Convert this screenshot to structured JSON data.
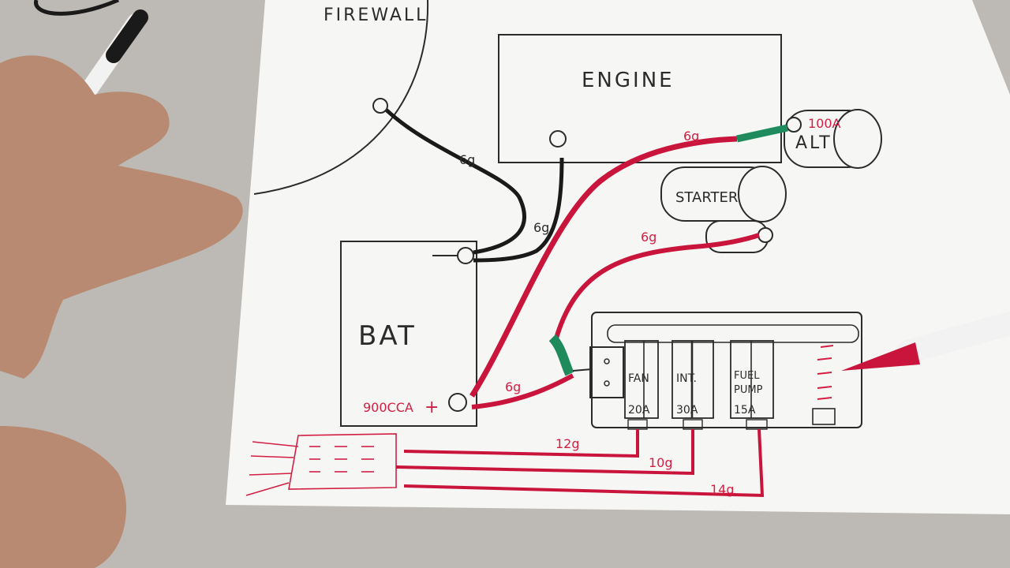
{
  "colors": {
    "table": "#bdb9b4",
    "paper": "#f6f6f4",
    "ink": "#2b2b2b",
    "red_ink": "#d11f44",
    "red_wire": "#c9153b",
    "green_tape": "#1f8a5b",
    "skin": "#b88a72"
  },
  "labels": {
    "firewall": "FIREWALL",
    "engine": "ENGINE",
    "alternator": "ALT",
    "alternator_rating": "100A",
    "starter": "STARTER",
    "battery": "BAT",
    "battery_rating": "900CCA",
    "battery_plus": "+"
  },
  "wires": {
    "ground_chassis": "6g",
    "ground_engine": "6g",
    "alt_feed": "6g",
    "starter_feed": "6g",
    "fuse_feed": "6g",
    "fan_circuit": "12g",
    "intake_circuit": "10g",
    "fuel_circuit": "14g"
  },
  "fuse_block": {
    "fuses": [
      {
        "name": "FAN",
        "amps": "20A"
      },
      {
        "name": "INT.",
        "amps": "30A"
      },
      {
        "name_line1": "FUEL",
        "name_line2": "PUMP",
        "amps": "15A"
      }
    ]
  }
}
